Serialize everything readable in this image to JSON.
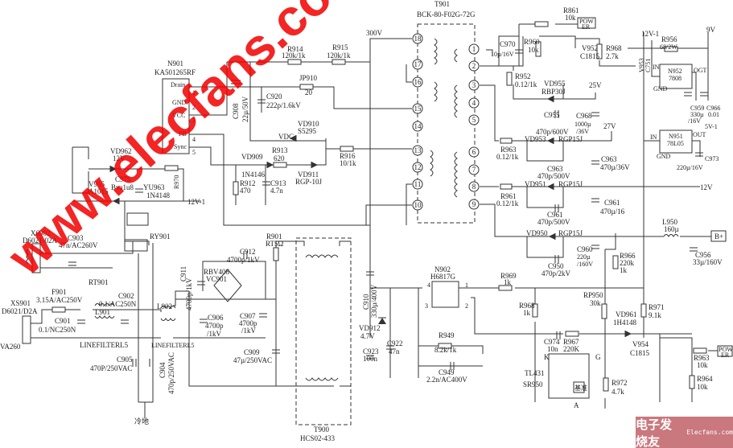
{
  "diagram": {
    "ic_n901": {
      "ref": "N901",
      "part": "KA501265RF",
      "pins": [
        "Drain",
        "GND",
        "VCC",
        "FB",
        "Sync"
      ],
      "pin_numbers": [
        "1",
        "2",
        "3",
        "4",
        "5"
      ]
    },
    "t901": {
      "ref": "T901",
      "part": "BCK-80-F02G-72G",
      "left_pins": [
        "18",
        "17",
        "16",
        "15",
        "14",
        "13",
        "12",
        "11",
        "10"
      ],
      "right_pins": [
        "1",
        "2",
        "3",
        "4",
        "5",
        "6",
        "7",
        "8",
        "9"
      ]
    },
    "labels": {
      "v300": "300V",
      "r914": "R914",
      "r914v": "120k/1k",
      "r915": "R915",
      "r915v": "120k/1k",
      "jp910": "JP910",
      "jp910v": "20",
      "c908": "C908",
      "c908v": "22µ/50V",
      "c920": "C920",
      "c920v": "222p/1.6kV",
      "vd910": "VD910",
      "vd910v": "S5295",
      "vdc": "VDC",
      "r913": "R913",
      "r913v": "620",
      "vd909": "VD909",
      "vd909v": "1N4146",
      "vd911": "VD911",
      "vd911v": "RGP-10J",
      "r916": "R916",
      "r916v": "10/1k",
      "r912": "R912",
      "r912v": "470",
      "c913": "C913",
      "c913v": "4.7n",
      "vd962": "VD962",
      "vd962v": "12V",
      "c975": "C975",
      "c975v": "Bva1u8",
      "yu963": "YU963",
      "yu963v": "1N4148",
      "v955": "V955",
      "v955v": "A1015",
      "r970": "R970",
      "v12_1a": "12V-1",
      "x6902": "X6902",
      "x6902v": "D6021-02A",
      "c903": "C903",
      "c903v": "47n/AC260V",
      "ry901": "RY901",
      "rt901": "RT901",
      "f901": "F901",
      "f901v": "3.15A/AC250V",
      "c902": "C902",
      "c902v": "0.1/AC250N",
      "xs901": "XS901",
      "xs901v": "D6021/D2A",
      "va260": "VA260",
      "l901": "L901",
      "c901": "C901",
      "c901v": "0.1/NC250N",
      "lf1": "LINEFILTERL5",
      "lf2": "LINEFILTERL5",
      "l902": "L902",
      "c905": "C905",
      "c905v": "470P/250VAC",
      "c904": "C904",
      "c904v": "470p/250VAC",
      "cold_ground": "冷地",
      "c911": "C911",
      "c911v": "4700p/1kV",
      "rbv408": "RBV408",
      "vc901": "VC901",
      "c912": "C912",
      "c912v": "4700p/1kV",
      "c906": "C906",
      "c906v": "4700p",
      "c906v2": "/1kV",
      "c907": "C907",
      "c907v": "4700p",
      "c907v2": "/1kV",
      "r901": "R901",
      "r901v": "RT5Ω",
      "c909": "C909",
      "c909v": "47µ/250VAC",
      "t900": "T900",
      "t900v": "HCS02-433",
      "c910": "C910",
      "c910v": "330µ/400V",
      "vd912": "VD912",
      "vd912v": "4.7V",
      "c923": "C923",
      "c923v": "100n",
      "c922": "C922",
      "c922v": "47n",
      "r949": "R949",
      "r949v": "8.2k/1k",
      "c949": "C949",
      "c949v": "2.2n/AC400V",
      "n902": "N902",
      "n902v": "H6817G",
      "n902p1": "1",
      "n902p2": "2",
      "n902p3": "3",
      "n902p4": "4",
      "r969": "R969",
      "r969v": "1k",
      "r968b": "R968",
      "r968bv": "1k",
      "c974": "C974",
      "c974v": "10n",
      "r967": "R967",
      "r967v": "220K",
      "tl431": "TL431",
      "sr950": "SR950",
      "tl_k": "K",
      "tl_g": "G",
      "tl_a": "A",
      "tl_ref": "基准",
      "r972": "R972",
      "r972v": "4.7k",
      "rp950": "RP950",
      "rp950v": "30k",
      "vd961": "VD961",
      "vd961v": "1H4148",
      "r971": "R971",
      "r971v": "9.1k",
      "r966": "R966",
      "r966v": "220k",
      "r966v2": "1k",
      "v954": "V954",
      "v954v": "C1815",
      "r963b": "R963",
      "r963bv": "10k",
      "r964": "R964",
      "r964v": "10k",
      "power2a": "POW",
      "power2b": "ER",
      "r861": "R861",
      "r861v": "10k",
      "power1a": "POW",
      "power1b": "ER",
      "c970": "C970",
      "c970v": "10µ/16V",
      "r960": "R960",
      "r960v": "10k",
      "v952": "V952",
      "v952v": "C1815",
      "r968": "R968",
      "r968v": "2.7k",
      "r952": "R952",
      "r952v": "0.12/1k",
      "vd955": "VD955",
      "vd955v": "RBP30J",
      "v25": "25V",
      "c955": "C955",
      "c955v": "470p/600V",
      "c968": "C968",
      "c968v": "1000µ",
      "c968v2": "/36V",
      "v27": "27V",
      "vd953": "VD953",
      "vd953v": "RGP15J",
      "r963": "R963",
      "r963v": "0.12/1k",
      "c963": "C963",
      "c963v": "470p/500V",
      "c963b": "C963",
      "c963bv": "470µ/36V",
      "vd951": "VD951",
      "vd951v": "RGP15J",
      "r961": "R961",
      "r961v": "0.12/1k",
      "v12": "12V",
      "c961b": "C961",
      "c961bv": "470µ/16",
      "c961": "C961",
      "c961v": "470p/500V",
      "vd950": "VD950",
      "vd950v": "RGP15J",
      "c960": "C960",
      "c960v": "220µ",
      "c960v2": "/160V",
      "c950": "C950",
      "c950v": "470p/2kV",
      "l950": "L950",
      "l950v": "160µ",
      "bplus": "B+",
      "c956": "C956",
      "c956v": "33µ/160V",
      "v12_1b": "12V-1",
      "r956": "R956",
      "r956v": "68/2W",
      "v9": "9V",
      "v953": "V953",
      "v953v": "C751",
      "n952": "N952",
      "n952v": "7808",
      "n952_in": "IN",
      "n952_out": "OGT",
      "n952_gnd": "GND",
      "c959": "C959",
      "c966": "C966",
      "c959v": "330µ",
      "c966v": "0.01",
      "c959v2": "/16V",
      "v5_1": "5V-1",
      "n951": "N951",
      "n951v": "78L05",
      "n951_in": "IN",
      "n951_out": "OUT",
      "n951_gnd": "GND",
      "c973": "C973",
      "c973v": "220µ/16V"
    },
    "watermark": "www.elecfans.com",
    "logo": {
      "cn": "电子发烧友",
      "en": "Elecfans.com"
    }
  }
}
